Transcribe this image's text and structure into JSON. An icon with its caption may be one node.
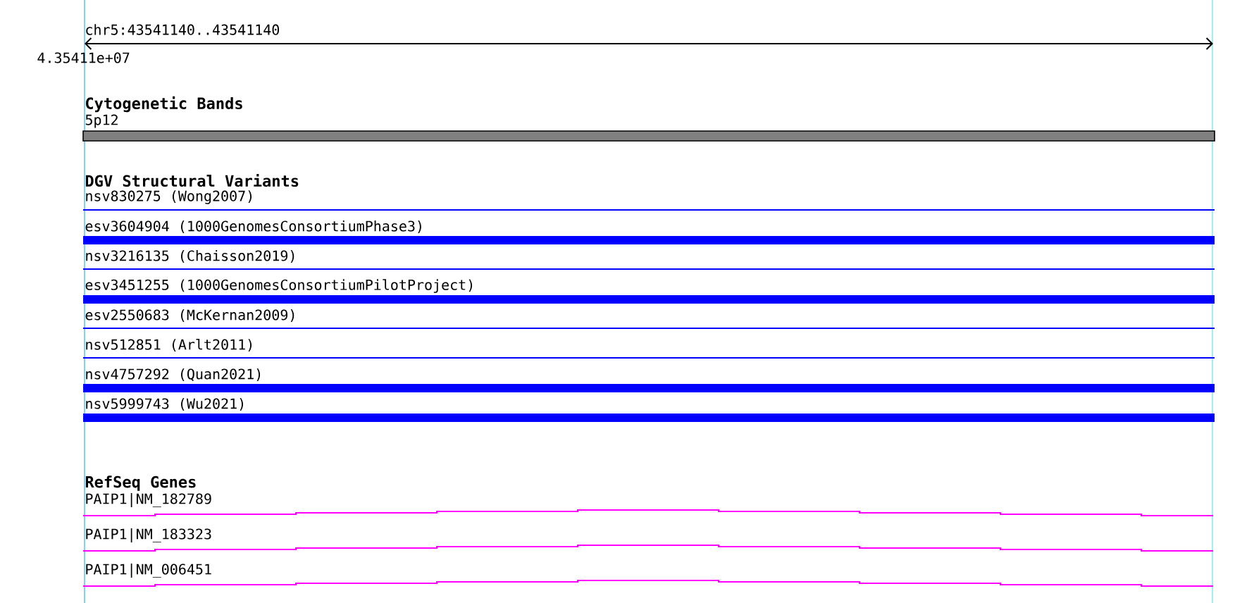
{
  "diagram": {
    "labels": [
      "chr5:43541140..43541140",
      "4.35411e+07",
      "Cytogenetic Bands",
      "5p12",
      "DGV Structural Variants",
      "nsv830275 (Wong2007)",
      "esv3604904 (1000GenomesConsortiumPhase3)",
      "nsv3216135 (Chaisson2019)",
      "esv3451255 (1000GenomesConsortiumPilotProject)",
      "esv2550683 (McKernan2009)",
      "nsv512851 (Arlt2011)",
      "nsv4757292 (Quan2021)",
      "nsv5999743 (Wu2021)",
      "RefSeq Genes",
      "PAIP1|NM_182789",
      "PAIP1|NM_183323",
      "PAIP1|NM_006451"
    ]
  }
}
